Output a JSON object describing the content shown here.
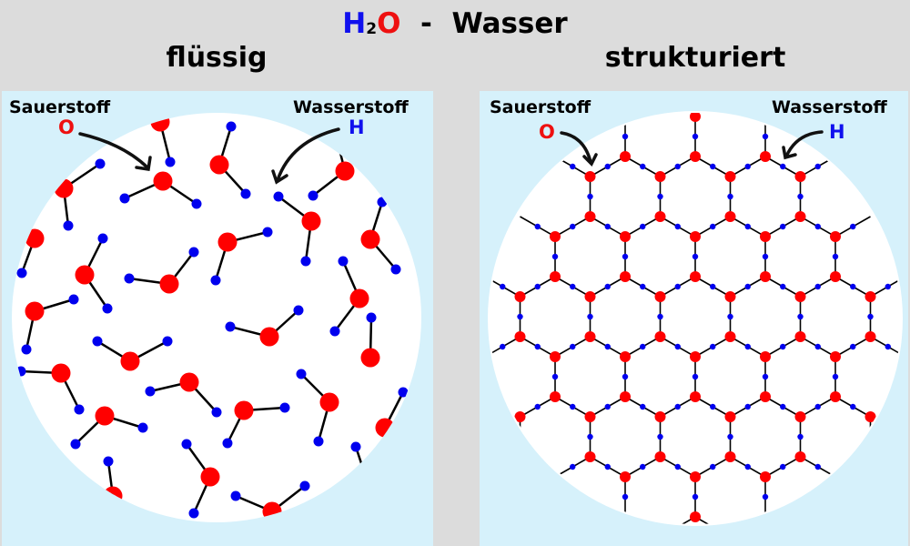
{
  "title": {
    "h": "H",
    "two": "2",
    "o": "O",
    "rest": "  -  Wasser"
  },
  "left": {
    "heading": "flüssig",
    "oxygen_label": "Sauerstoff",
    "oxygen_symbol": "O",
    "hydrogen_label": "Wasserstoff",
    "hydrogen_symbol": "H"
  },
  "right": {
    "heading": "strukturiert",
    "oxygen_label": "Sauerstoff",
    "oxygen_symbol": "O",
    "hydrogen_label": "Wasserstoff",
    "hydrogen_symbol": "H"
  },
  "colors": {
    "oxygen": "#ff0000",
    "hydrogen": "#0000ee",
    "bond": "#000000",
    "panel": "#d6f1fb",
    "background": "#dcdcdc"
  }
}
